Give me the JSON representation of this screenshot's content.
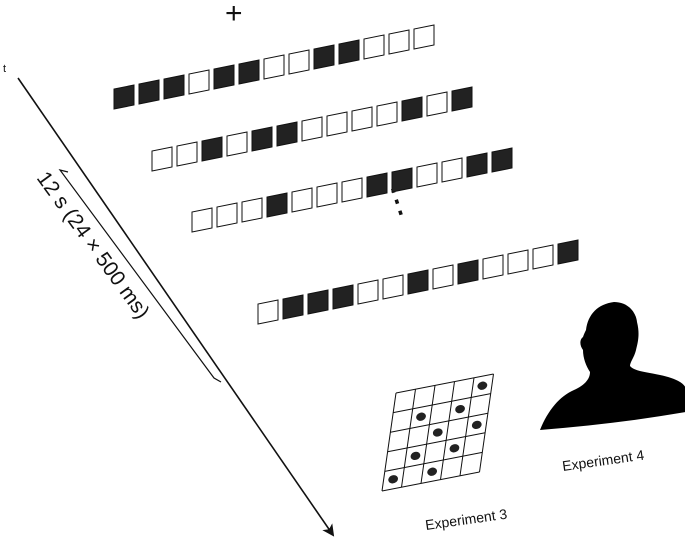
{
  "labels": {
    "fixation": "+",
    "time_axis": "t",
    "duration": "12 s (24 × 500 ms)",
    "ellipsis": "⋮",
    "experiment3": "Experiment 3",
    "experiment4": "Experiment 4"
  },
  "sequences": [
    [
      1,
      1,
      1,
      0,
      1,
      1,
      0,
      0,
      1,
      1,
      0,
      0,
      0
    ],
    [
      0,
      0,
      1,
      0,
      1,
      1,
      0,
      0,
      0,
      0,
      1,
      0,
      1
    ],
    [
      0,
      0,
      0,
      1,
      0,
      0,
      0,
      1,
      1,
      0,
      0,
      1,
      1
    ],
    [
      0,
      1,
      1,
      1,
      0,
      0,
      1,
      0,
      1,
      0,
      0,
      0,
      1
    ]
  ],
  "grid_dots": [
    [
      0,
      0,
      0,
      0,
      1
    ],
    [
      0,
      1,
      0,
      1,
      0
    ],
    [
      0,
      0,
      1,
      0,
      1
    ],
    [
      0,
      1,
      0,
      1,
      0
    ],
    [
      1,
      0,
      1,
      0,
      0
    ]
  ],
  "colors": {
    "filled": "#222222",
    "empty": "#ffffff",
    "stroke": "#111111"
  }
}
